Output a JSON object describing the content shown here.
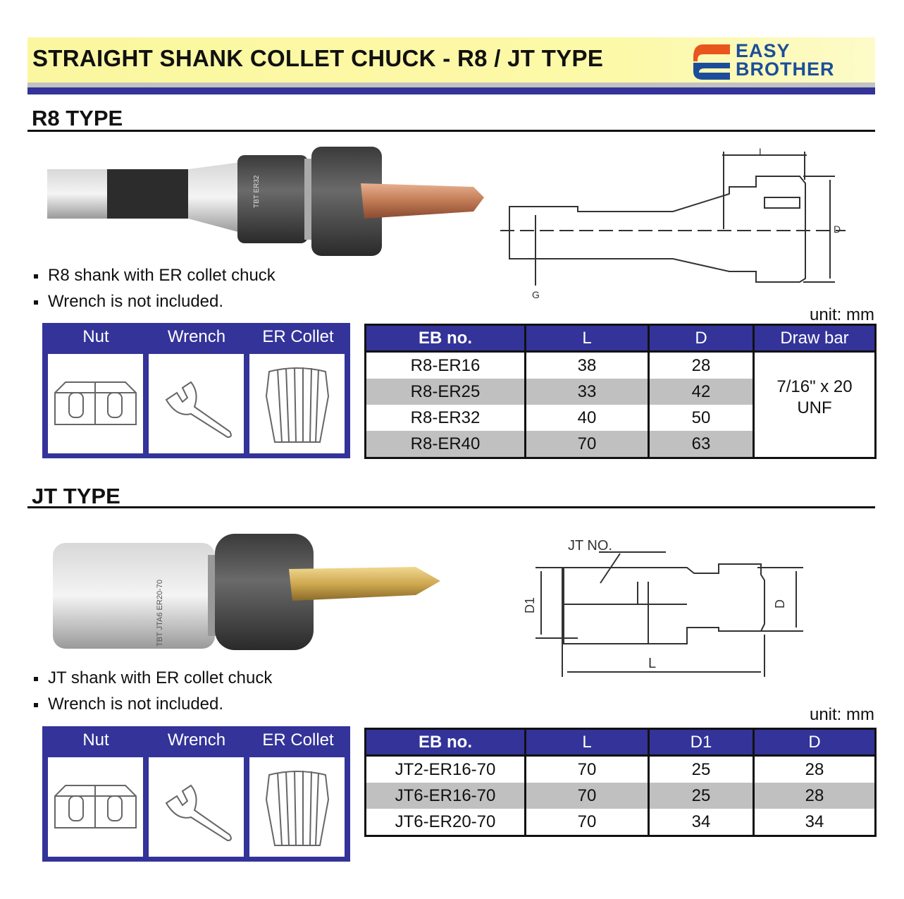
{
  "header": {
    "title": "STRAIGHT SHANK COLLET CHUCK - R8 / JT TYPE",
    "logo_line1": "EASY",
    "logo_line2": "BROTHER"
  },
  "colors": {
    "accent_blue": "#333399",
    "banner_yellow": "#fbf7a0",
    "logo_blue": "#1b4e9a",
    "logo_orange": "#e8561e",
    "row_grey": "#c0c0c0"
  },
  "r8": {
    "section_title": "R8 TYPE",
    "bullets": [
      "R8 shank with ER collet chuck",
      "Wrench  is not included."
    ],
    "unit": "unit: mm",
    "drawing_labels": {
      "L": "L",
      "D": "D",
      "G": "G"
    },
    "product_label": "TBT ER32",
    "accessories": [
      "Nut",
      "Wrench",
      "ER Collet"
    ],
    "table": {
      "headers": [
        "EB no.",
        "L",
        "D",
        "Draw bar"
      ],
      "rows": [
        [
          "R8-ER16",
          "38",
          "28"
        ],
        [
          "R8-ER25",
          "33",
          "42"
        ],
        [
          "R8-ER32",
          "40",
          "50"
        ],
        [
          "R8-ER40",
          "70",
          "63"
        ]
      ],
      "draw_bar_line1": "7/16\" x 20",
      "draw_bar_line2": "UNF"
    }
  },
  "jt": {
    "section_title": "JT TYPE",
    "bullets": [
      "JT shank with ER collet chuck",
      "Wrench is not included."
    ],
    "unit": "unit: mm",
    "drawing_labels": {
      "jt_no": "JT NO.",
      "D1": "D1",
      "D": "D",
      "L": "L"
    },
    "product_label": "TBT JTA6 ER20-70",
    "accessories": [
      "Nut",
      "Wrench",
      "ER Collet"
    ],
    "table": {
      "headers": [
        "EB no.",
        "L",
        "D1",
        "D"
      ],
      "rows": [
        [
          "JT2-ER16-70",
          "70",
          "25",
          "28"
        ],
        [
          "JT6-ER16-70",
          "70",
          "25",
          "28"
        ],
        [
          "JT6-ER20-70",
          "70",
          "34",
          "34"
        ]
      ]
    }
  }
}
